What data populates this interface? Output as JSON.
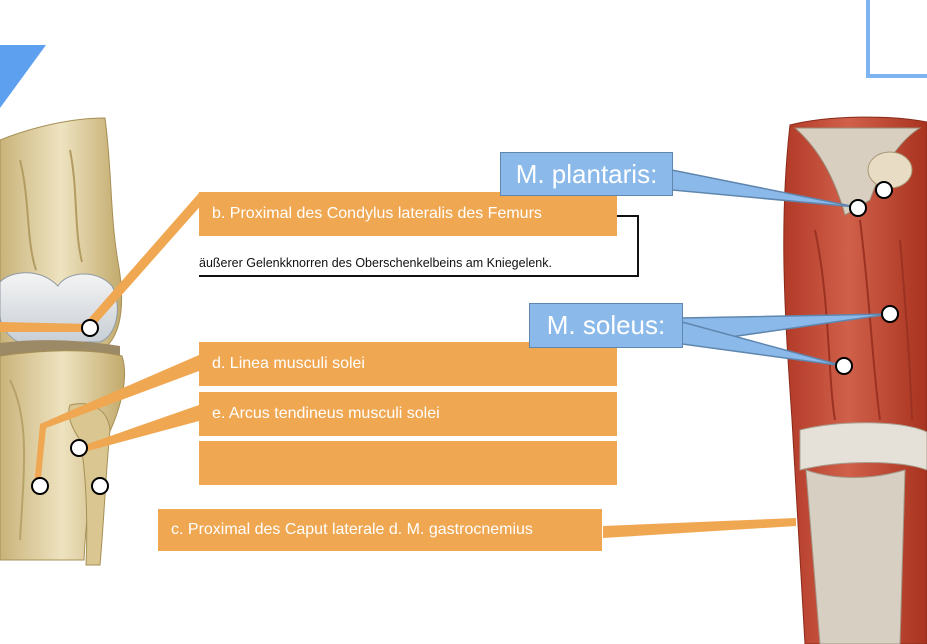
{
  "labels": {
    "b": "b.  Proximal des Condylus lateralis des Femurs",
    "b_note": "äußerer Gelenkknorren des Oberschenkelbeins am Kniegelenk.",
    "d": "d. Linea musculi solei",
    "e": "e. Arcus tendineus musculi solei",
    "empty": "",
    "c": "c. Proximal des Caput laterale d. M. gastrocnemius",
    "plantaris": "M. plantaris:",
    "soleus": "M. soleus:"
  },
  "colors": {
    "orange_box": "#f0a752",
    "blue_label": "#8ab9ea",
    "blue_corner": "#5ea0f0",
    "bone": "#e6d7ac",
    "muscle": "#c14a36"
  }
}
